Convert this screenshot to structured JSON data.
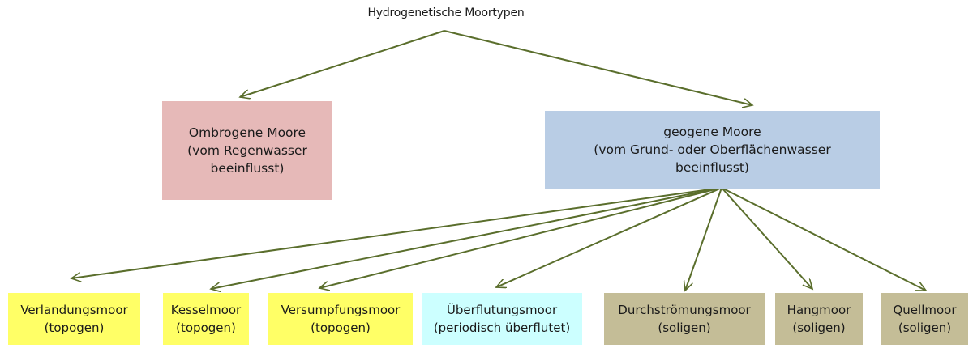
{
  "title": "Hydrogenetische Moortypen",
  "colors": {
    "arrow": "#5a6e2c",
    "ombrogen": "#e6b9b8",
    "geogen": "#b9cde5",
    "topogen": "#ffff66",
    "ueberflutung": "#ccffff",
    "soligen": "#c4bd97"
  },
  "boxes": {
    "ombrogen": {
      "line1": "Ombrogene Moore",
      "line2": "(vom Regenwasser",
      "line3": "beeinflusst)"
    },
    "geogen": {
      "line1": "geogene Moore",
      "line2": "(vom Grund- oder Oberflächenwasser",
      "line3": "beeinflusst)"
    },
    "verlandung": {
      "name": "Verlandungsmoor",
      "type": "(topogen)"
    },
    "kessel": {
      "name": "Kesselmoor",
      "type": "(topogen)"
    },
    "versumpfung": {
      "name": "Versumpfungsmoor",
      "type": "(topogen)"
    },
    "ueberflutung": {
      "name": "Überflutungsmoor",
      "type": "(periodisch überflutet)"
    },
    "durchstroemung": {
      "name": "Durchströmungsmoor",
      "type": "(soligen)"
    },
    "hang": {
      "name": "Hangmoor",
      "type": "(soligen)"
    },
    "quell": {
      "name": "Quellmoor",
      "type": "(soligen)"
    }
  }
}
